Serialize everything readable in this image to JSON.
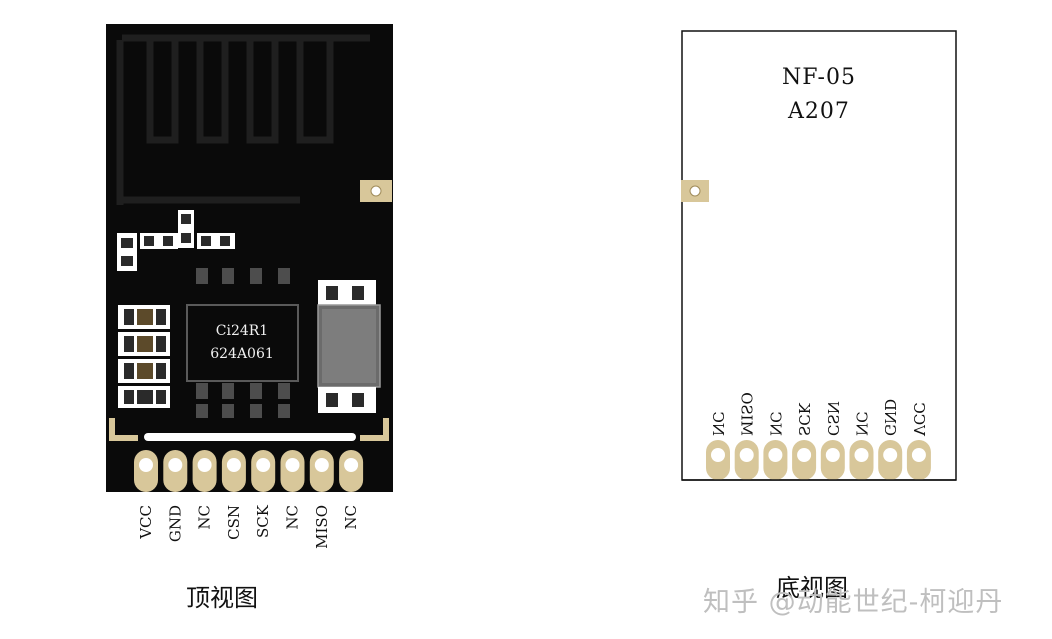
{
  "top_view": {
    "chip_line1": "Ci24R1",
    "chip_line2": "624A061",
    "pins": [
      "VCC",
      "GND",
      "NC",
      "CSN",
      "SCK",
      "NC",
      "MISO",
      "NC"
    ],
    "caption": "顶视图"
  },
  "bottom_view": {
    "model_line1": "NF-05",
    "model_line2": "A207",
    "pins": [
      "NC",
      "MISO",
      "NC",
      "SCK",
      "CSN",
      "NC",
      "GND",
      "VCC"
    ],
    "caption": "底视图"
  },
  "watermark": "知乎 @动能世纪-柯迎丹",
  "colors": {
    "pcb": "#0a0a0a",
    "gold": "#d8c79a",
    "pad_gray": "#5c5c5c"
  }
}
